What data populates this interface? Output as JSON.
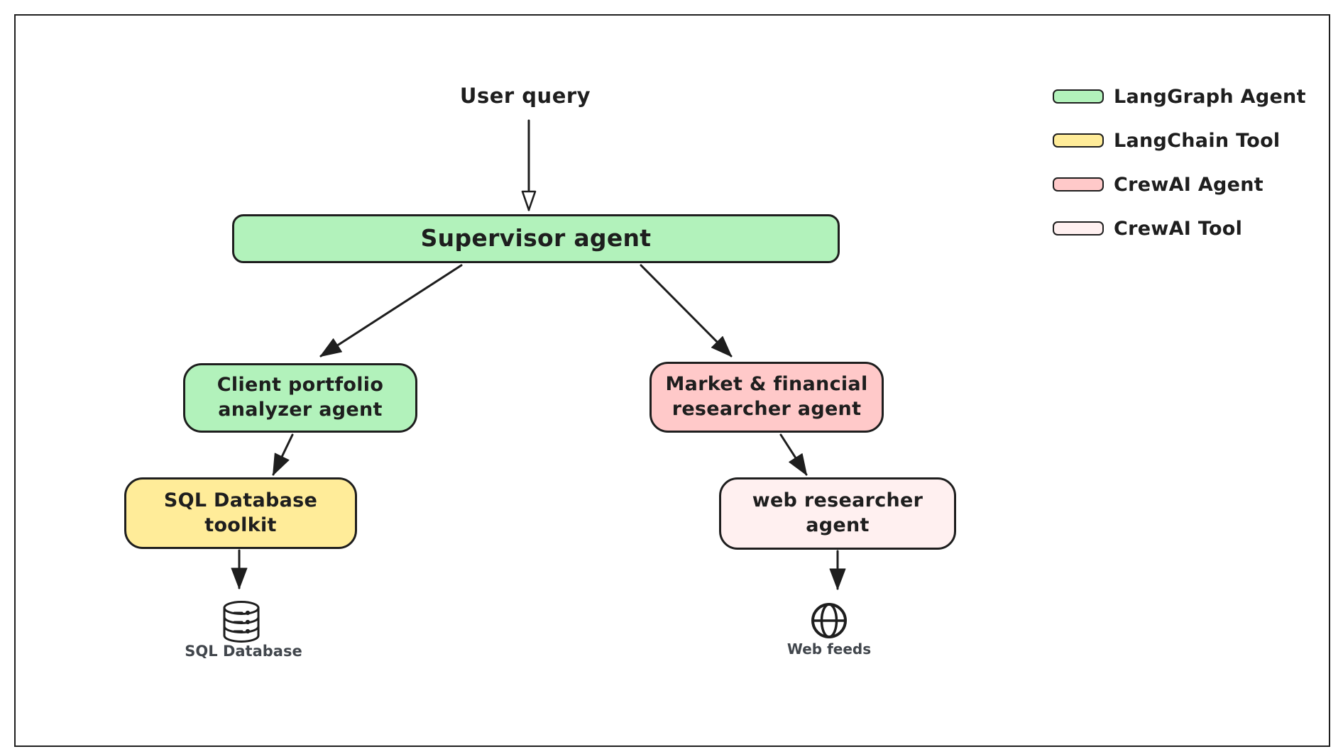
{
  "diagram": {
    "user_query_label": "User query",
    "nodes": {
      "supervisor": {
        "label": "Supervisor agent",
        "fill": "#b2f2bb",
        "type_hint": "LangGraph Agent"
      },
      "client_portfolio": {
        "label": "Client portfolio\nanalyzer agent",
        "fill": "#b2f2bb",
        "type_hint": "LangGraph Agent"
      },
      "market_researcher": {
        "label": "Market & financial\nresearcher agent",
        "fill": "#ffc9c9",
        "type_hint": "CrewAI Agent"
      },
      "sql_toolkit": {
        "label": "SQL Database\ntoolkit",
        "fill": "#ffec99",
        "type_hint": "LangChain Tool"
      },
      "web_researcher": {
        "label": "web researcher\nagent",
        "fill": "#fff0f0",
        "type_hint": "CrewAI Tool"
      }
    },
    "endpoints": {
      "sql_database": {
        "label": "SQL Database",
        "icon": "database-icon"
      },
      "web_feeds": {
        "label": "Web feeds",
        "icon": "globe-icon"
      }
    },
    "legend": [
      {
        "label": "LangGraph Agent",
        "color": "#b2f2bb"
      },
      {
        "label": "LangChain Tool",
        "color": "#ffec99"
      },
      {
        "label": "CrewAI Agent",
        "color": "#ffc9c9"
      },
      {
        "label": "CrewAI Tool",
        "color": "#fff0f0"
      }
    ],
    "colors": {
      "stroke": "#1e1e1e",
      "canvas_border": "#1f1f1f",
      "background": "#ffffff"
    }
  }
}
